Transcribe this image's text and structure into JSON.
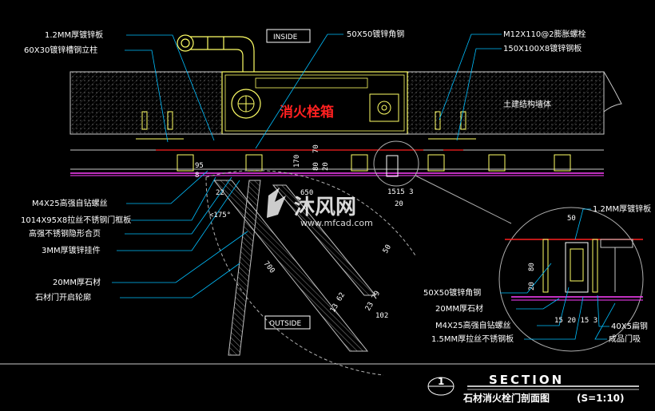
{
  "markers": {
    "inside": "INSIDE",
    "outside": "OUTSIDE"
  },
  "box_label": "消火栓箱",
  "left_labels": [
    "1.2MM厚镀锌板",
    "60X30镀锌槽钢立柱",
    "M4X25高强自钻螺丝",
    "1014X95X8拉丝不锈钢门框板",
    "高强不锈钢隐形合页",
    "3MM厚镀锌挂件",
    "20MM厚石材",
    "石材门开启轮廓"
  ],
  "top_labels": {
    "angle_steel": "50X50镀锌角钢",
    "anchor_bolt": "M12X110@2膨胀螺栓",
    "steel_plate": "150X100X8镀锌钢板",
    "wall": "土建结构墙体"
  },
  "detail_labels": {
    "galv_plate": "1.2MM厚镀锌板",
    "angle_steel": "50X50镀锌角钢",
    "stone": "20MM厚石材",
    "screw": "M4X25高强自钻螺丝",
    "ss_plate": "1.5MM厚拉丝不锈钢板",
    "flat_steel": "40X5扁钢",
    "door_stop": "成品门吸"
  },
  "dimensions": {
    "d95": "95",
    "d8": "8",
    "d22": "22",
    "d650": "650",
    "d175": "<175°",
    "d700": "700",
    "d170": "170",
    "d70": "70",
    "d80": "80",
    "d20": "20",
    "d15153": "1515 3",
    "d20b": "20",
    "d50": "50",
    "d1362": "13 62",
    "d2379": "23 79",
    "d102": "102",
    "det50": "50",
    "det80": "80",
    "det20": "20",
    "det1520153": "15 20 15 3"
  },
  "title": {
    "number": "1",
    "section": "SECTION",
    "name": "石材消火栓门剖面图",
    "scale": "(S=1:10)"
  },
  "watermark": {
    "brand": "沐风网",
    "url": "www.mfcad.com"
  },
  "colors": {
    "background": "#000000",
    "leader": "#00bfff",
    "wall": "#c8c8c8",
    "steel": "#ffff66",
    "stone": "#ff40ff",
    "accent": "#ff2020",
    "dim": "#00ff66",
    "arc": "#b0b0b0"
  }
}
